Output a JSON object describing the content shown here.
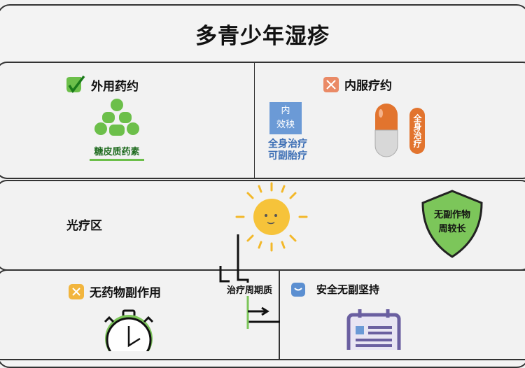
{
  "title": "多青少年湿疹",
  "topical": {
    "heading": "外用药约",
    "icon": "check-leaf-icon",
    "drug_label": "糖皮质药素"
  },
  "oral": {
    "heading": "内服疗约",
    "icon": "x-icon",
    "card_label": "内\n效秧",
    "note_line1": "全身治疗",
    "note_line2": "可副胎疗",
    "pill_tag": "全身治疗"
  },
  "light": {
    "heading": "光疗区",
    "shield_line1": "无副作物",
    "shield_line2": "周较长"
  },
  "no_side": {
    "heading": "无药物副作用",
    "icon": "x-icon"
  },
  "cycle_label": "治疗周期质",
  "safe": {
    "heading": "安全无副坚持",
    "icon": "smile-icon"
  },
  "colors": {
    "green": "#6cbf4a",
    "orange": "#e2742e",
    "blue": "#5b8fd1",
    "sun": "#f3b82a",
    "purple": "#6a5fa0"
  }
}
